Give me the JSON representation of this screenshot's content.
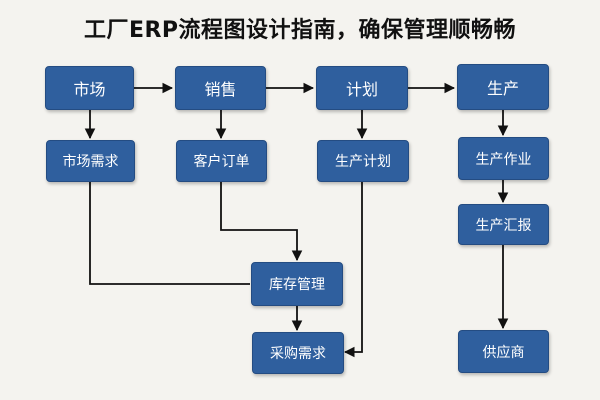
{
  "diagram": {
    "title": "工厂ERP流程图设计指南，确保管理顺畅畅",
    "nodes": {
      "market": "市场",
      "sales": "销售",
      "plan": "计划",
      "production": "生产",
      "market_demand": "市场需求",
      "customer_order": "客户订单",
      "production_plan": "生产计划",
      "production_work": "生产作业",
      "production_report": "生产汇报",
      "inventory": "库存管理",
      "purchase_demand": "采购需求",
      "supplier": "供应商"
    }
  }
}
